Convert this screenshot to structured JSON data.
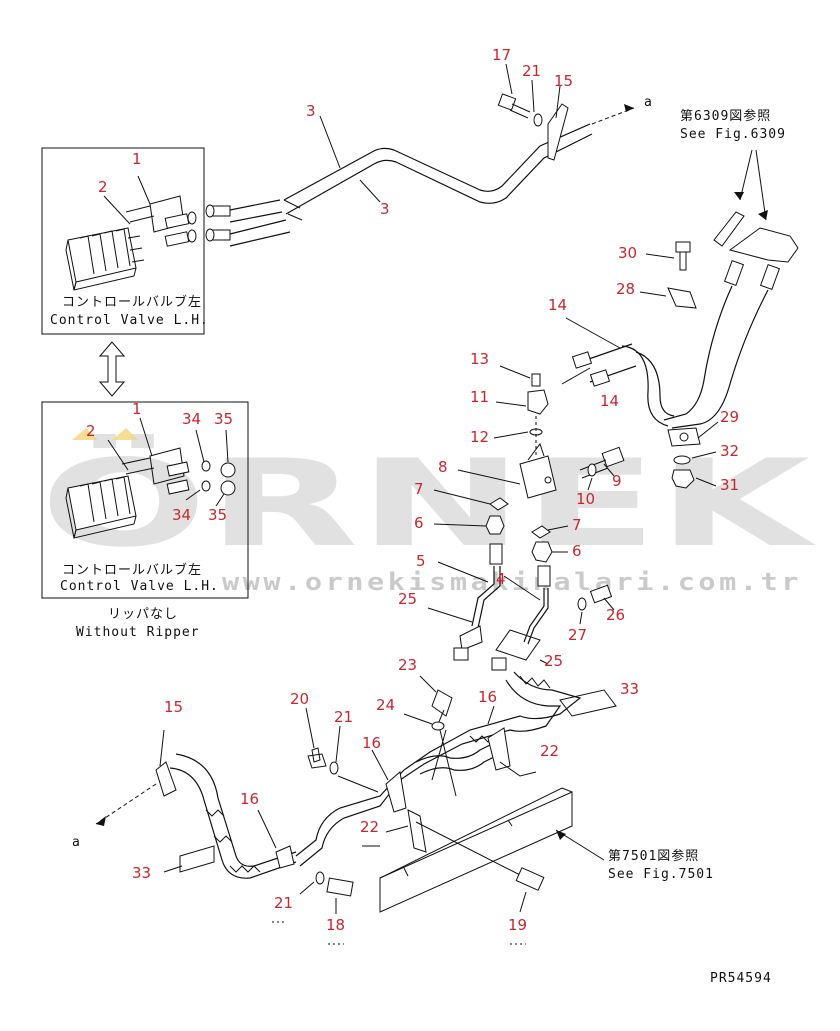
{
  "insets": {
    "top": {
      "caption_jp": "コントロールバルブ左",
      "caption_en": "Control Valve L.H."
    },
    "bottom": {
      "caption_jp": "コントロールバルブ左",
      "caption_en": "Control Valve L.H.",
      "note_jp": "リッパなし",
      "note_en": "Without Ripper"
    }
  },
  "references": {
    "fig6309_jp": "第6309図参照",
    "fig6309_en": "See Fig.6309",
    "fig7501_jp": "第7501図参照",
    "fig7501_en": "See Fig.7501",
    "connector_top": "a",
    "connector_bottom": "a"
  },
  "watermark": {
    "brand": "ÖRNEK",
    "url": "www.ornekismakinalari.com.tr"
  },
  "drawing_code": "PR54594",
  "callouts": {
    "c1": "1",
    "c2": "2",
    "c1b": "1",
    "c2b": "2",
    "c34a": "34",
    "c35a": "35",
    "c34b": "34",
    "c35b": "35",
    "c17": "17",
    "c21a": "21",
    "c15a": "15",
    "c3a": "3",
    "c3b": "3",
    "c30": "30",
    "c28": "28",
    "c14a": "14",
    "c14b": "14",
    "c13": "13",
    "c11": "11",
    "c12": "12",
    "c8": "8",
    "c7a": "7",
    "c6a": "6",
    "c9": "9",
    "c10": "10",
    "c7b": "7",
    "c6b": "6",
    "c29": "29",
    "c32": "32",
    "c31": "31",
    "c5": "5",
    "c4": "4",
    "c25a": "25",
    "c26": "26",
    "c27": "27",
    "c25b": "25",
    "c33a": "33",
    "c23": "23",
    "c20": "20",
    "c21b": "21",
    "c24": "24",
    "c16a": "16",
    "c16b": "16",
    "c22a": "22",
    "c15b": "15",
    "c16c": "16",
    "c22b": "22",
    "c33b": "33",
    "c21c": "21",
    "c18": "18",
    "c19": "19"
  }
}
